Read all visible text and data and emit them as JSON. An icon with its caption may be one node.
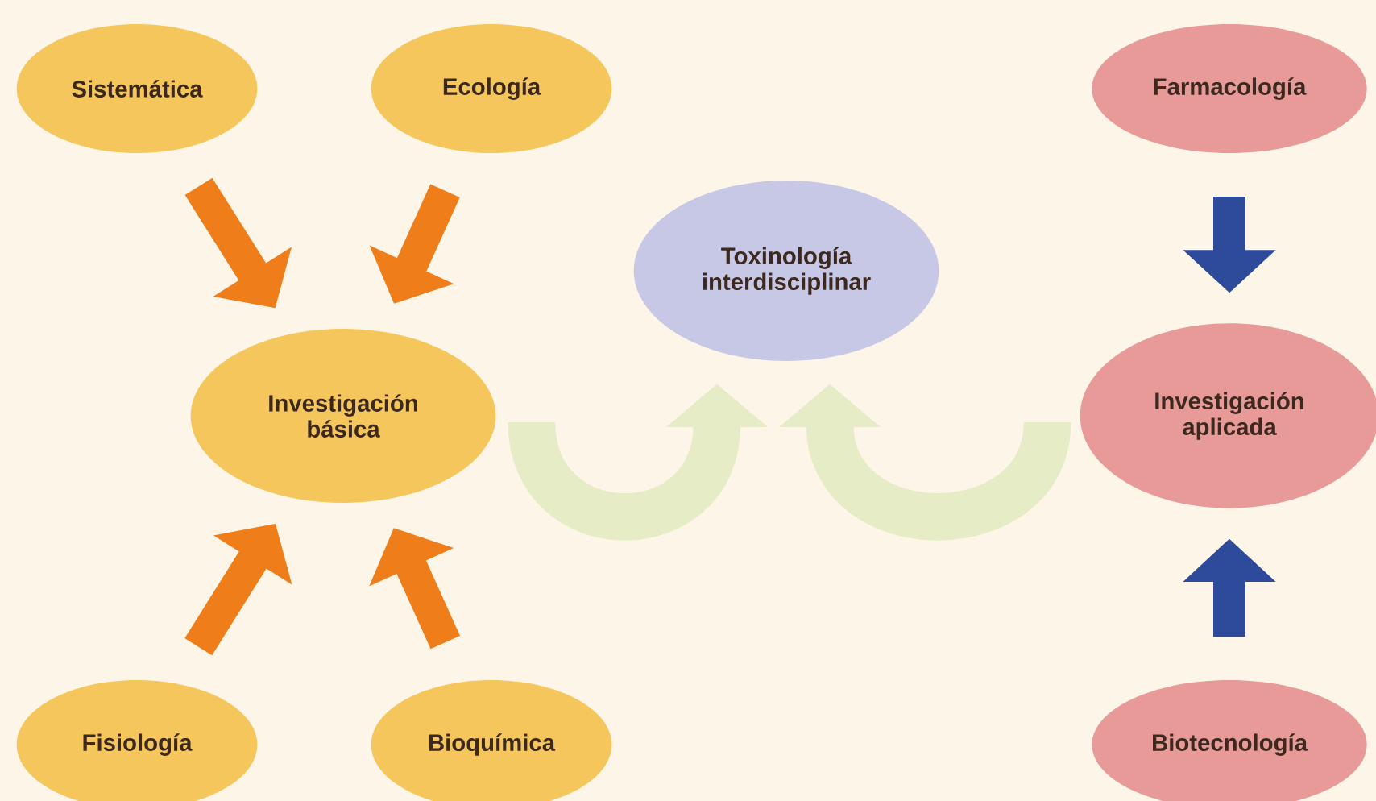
{
  "diagram": {
    "nodes": [
      {
        "text": [
          "Sistemática"
        ]
      },
      {
        "text": [
          "Ecología"
        ]
      },
      {
        "text": [
          "Farmacología"
        ]
      },
      {
        "text": [
          "Toxinología interdisciplinar"
        ]
      },
      {
        "text": [
          "Investigación básica"
        ]
      },
      {
        "text": [
          "Investigación aplicada"
        ]
      },
      {
        "text": [
          "Fisiología"
        ]
      },
      {
        "text": [
          "Bioquímica"
        ]
      },
      {
        "text": [
          "Biotecnología"
        ]
      }
    ],
    "edges": [
      {
        "from": 0,
        "to": 4,
        "arrow": "to",
        "color": "#ee7d1a"
      },
      {
        "from": 1,
        "to": 4,
        "arrow": "to",
        "color": "#ee7d1a"
      },
      {
        "from": 6,
        "to": 4,
        "arrow": "to",
        "color": "#ee7d1a"
      },
      {
        "from": 7,
        "to": 4,
        "arrow": "to",
        "color": "#ee7d1a"
      },
      {
        "from": 2,
        "to": 5,
        "arrow": "to",
        "color": "#2e4a9a"
      },
      {
        "from": 8,
        "to": 5,
        "arrow": "to",
        "color": "#2e4a9a"
      },
      {
        "from": 4,
        "to": 3,
        "arrow": "to",
        "color": "#e6ecc6"
      },
      {
        "from": 5,
        "to": 3,
        "arrow": "to",
        "color": "#e6ecc6"
      }
    ]
  }
}
